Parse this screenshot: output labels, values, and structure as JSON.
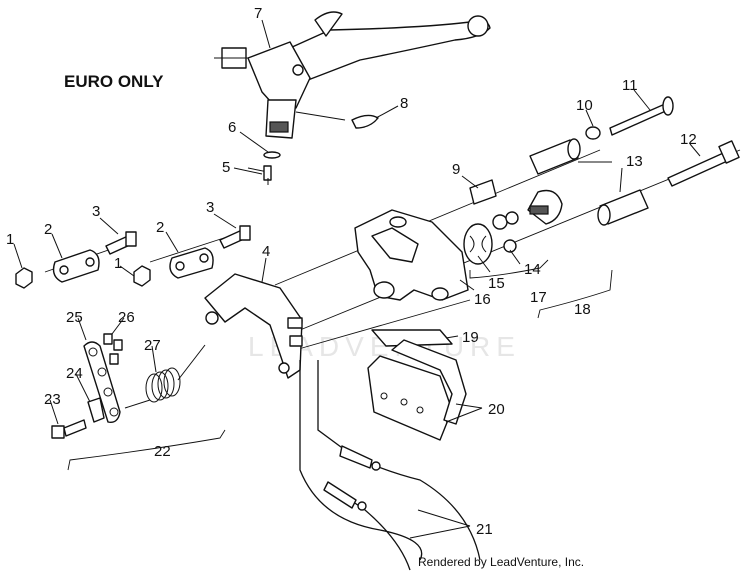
{
  "heading": "EURO ONLY",
  "footer": "Rendered by LeadVenture, Inc.",
  "watermark": "LEADVENTURE",
  "callouts": [
    "1",
    "2",
    "3",
    "4",
    "5",
    "6",
    "7",
    "8",
    "9",
    "10",
    "11",
    "12",
    "13",
    "14",
    "15",
    "16",
    "17",
    "18",
    "19",
    "20",
    "21",
    "22",
    "23",
    "24",
    "25",
    "26",
    "27",
    "1",
    "2",
    "3"
  ]
}
